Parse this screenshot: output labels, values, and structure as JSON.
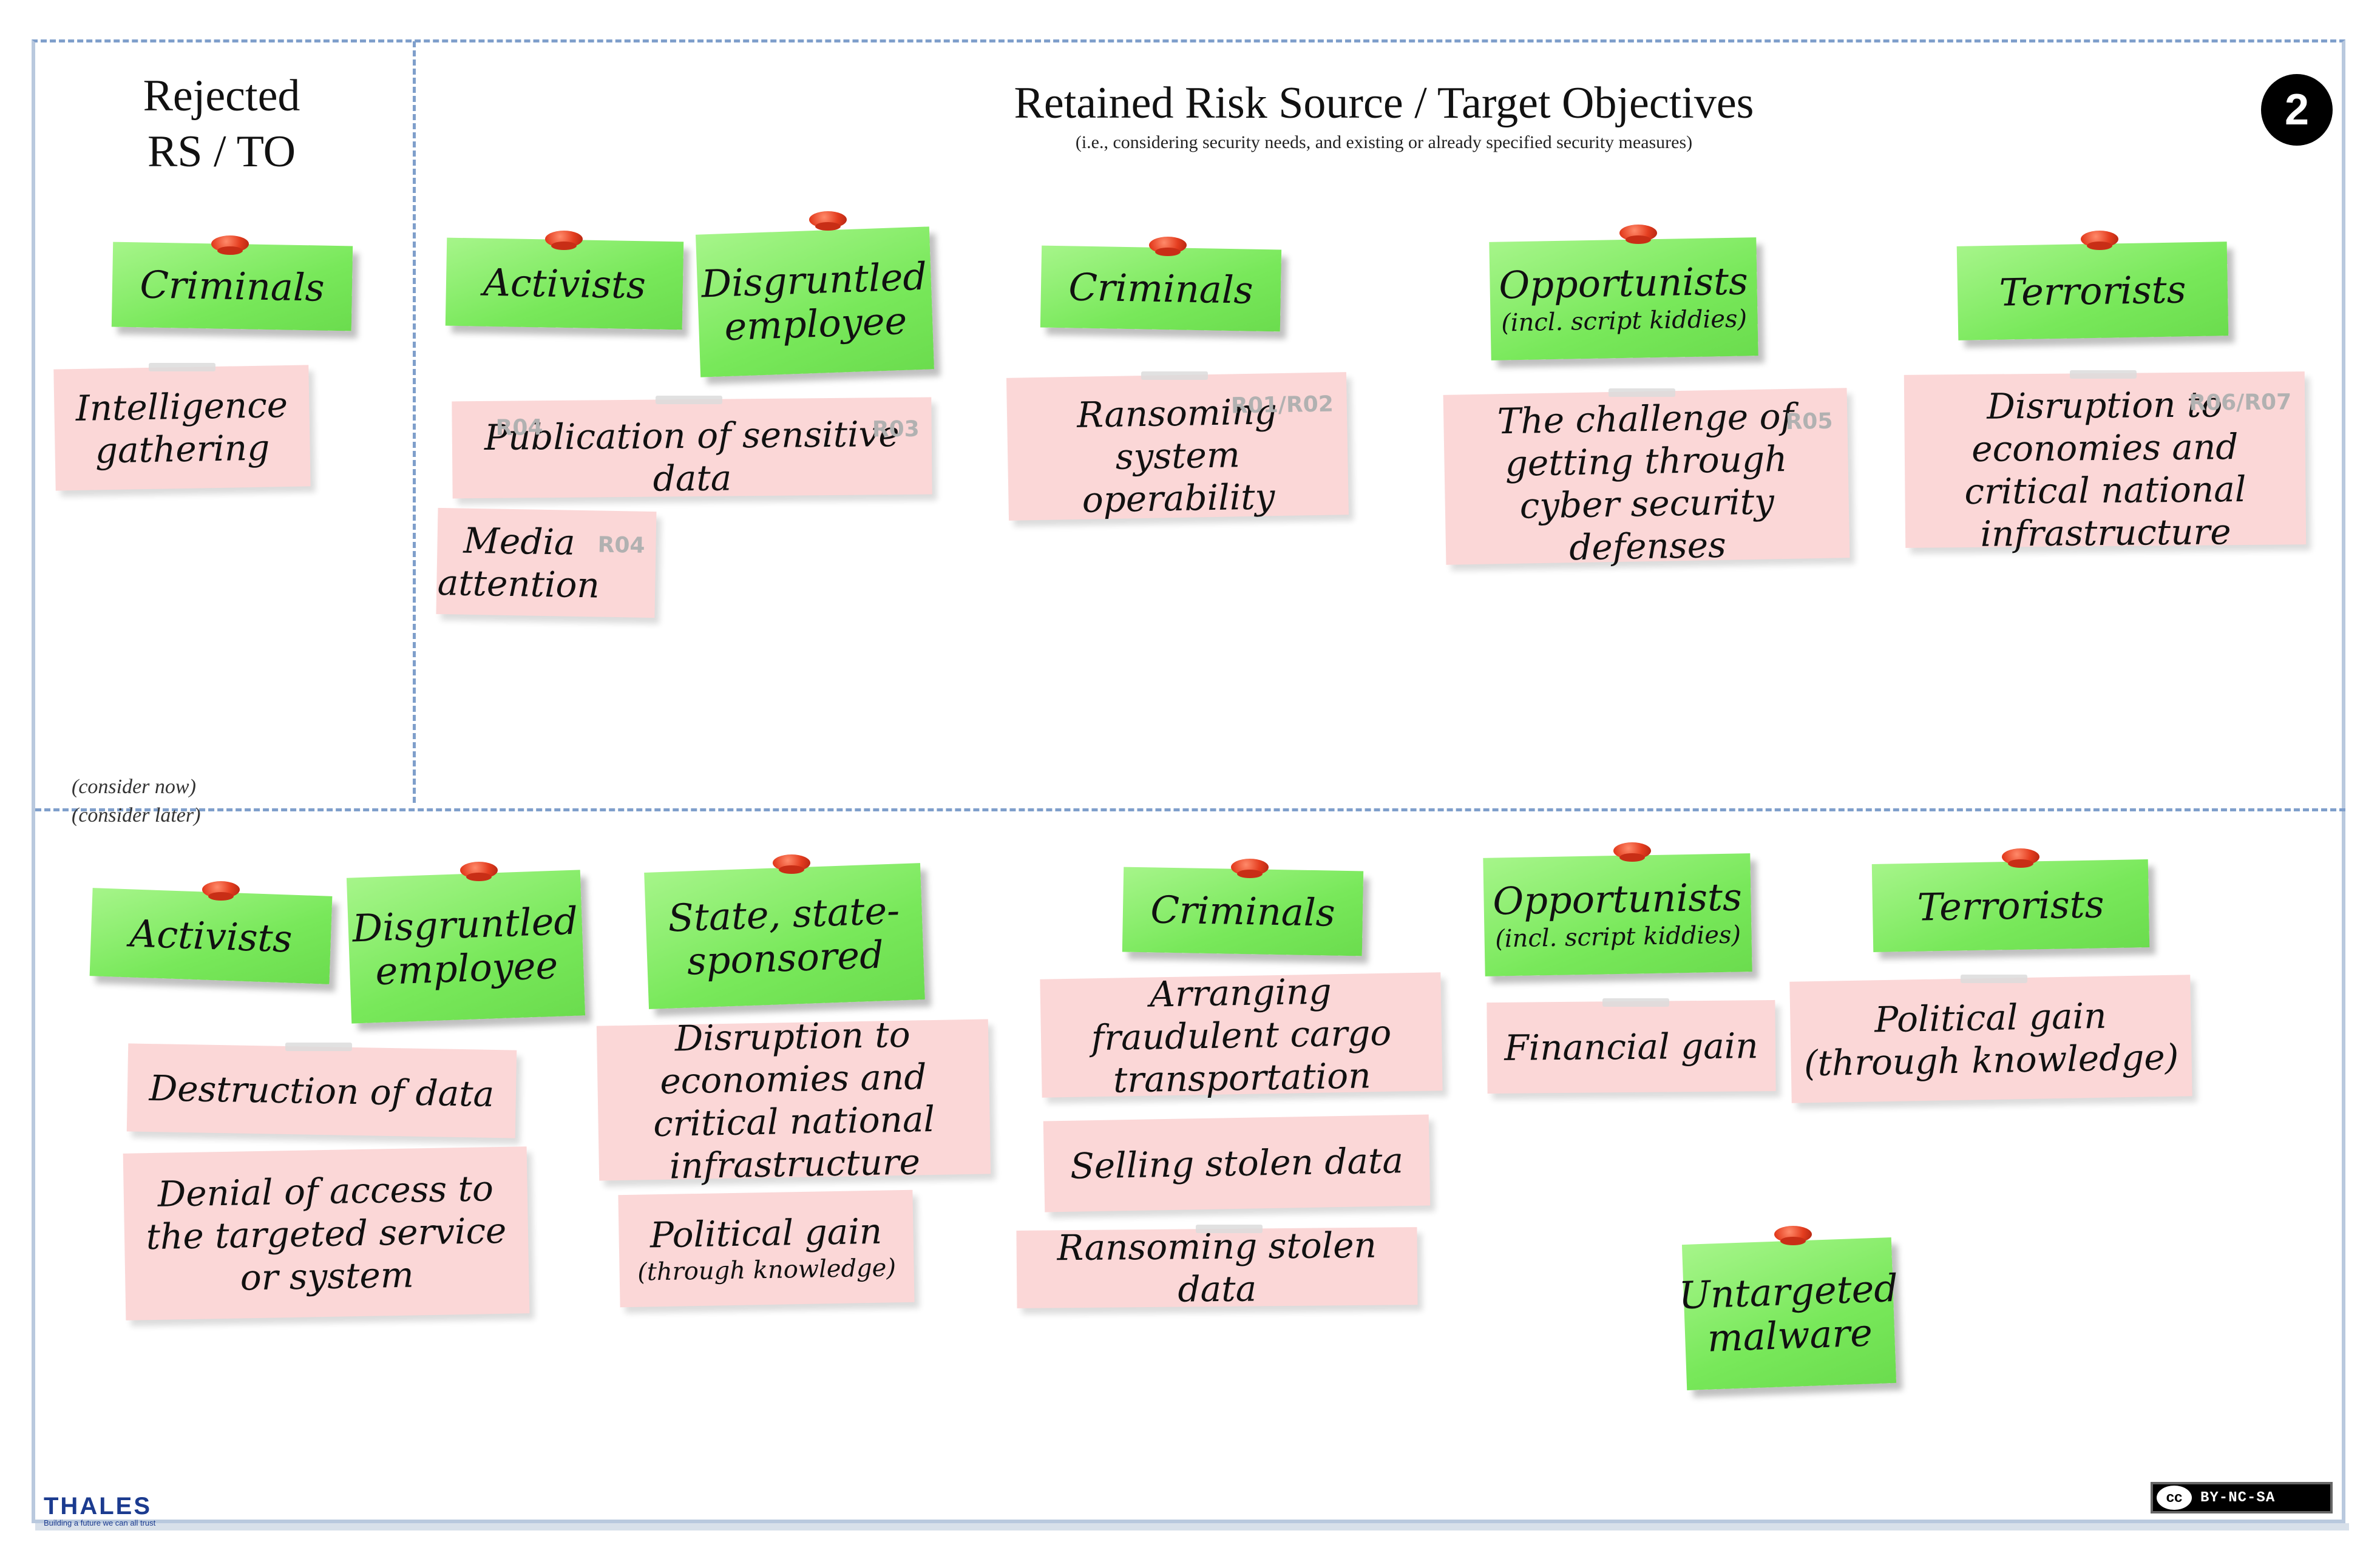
{
  "header": {
    "rejected_title_line1": "Rejected",
    "rejected_title_line2": "RS / TO",
    "retained_title": "Retained Risk Source / Target Objectives",
    "retained_subtitle": "(i.e., considering security needs, and existing or already specified security measures)",
    "step_number": "2"
  },
  "section_labels": {
    "consider_now": "(consider now)",
    "consider_later": "(consider later)"
  },
  "rejected": {
    "risk_sources": [
      {
        "label": "Criminals",
        "objectives": [
          {
            "text": "Intelligence gathering"
          }
        ]
      }
    ]
  },
  "retained_now": {
    "risk_sources": [
      {
        "label": "Activists"
      },
      {
        "label": "Disgruntled employee"
      },
      {
        "label": "Criminals"
      },
      {
        "label": "Opportunists",
        "sublabel": "(incl. script kiddies)"
      },
      {
        "label": "Terrorists"
      }
    ],
    "objectives": [
      {
        "text": "Publication of sensitive data",
        "codes": [
          "R04",
          "R03"
        ]
      },
      {
        "text": "Media attention",
        "codes": [
          "R04"
        ]
      },
      {
        "text": "Ransoming system operability",
        "codes": [
          "R01/R02"
        ]
      },
      {
        "text": "The challenge of getting through cyber security defenses",
        "codes": [
          "R05"
        ]
      },
      {
        "text": "Disruption to economies and critical national infrastructure",
        "codes": [
          "R06/R07"
        ]
      }
    ]
  },
  "retained_later": {
    "risk_sources": [
      {
        "label": "Activists"
      },
      {
        "label": "Disgruntled employee"
      },
      {
        "label": "State, state-sponsored"
      },
      {
        "label": "Criminals"
      },
      {
        "label": "Opportunists",
        "sublabel": "(incl. script kiddies)"
      },
      {
        "label": "Terrorists"
      },
      {
        "label": "Untargeted malware"
      }
    ],
    "objectives": [
      {
        "text": "Destruction of data"
      },
      {
        "text": "Denial of access to the targeted service or system"
      },
      {
        "text": "Disruption to economies and critical national infrastructure"
      },
      {
        "text": "Political gain",
        "subtext": "(through knowledge)"
      },
      {
        "text": "Arranging fraudulent cargo transportation"
      },
      {
        "text": "Selling stolen data"
      },
      {
        "text": "Ransoming stolen data"
      },
      {
        "text": "Financial gain"
      },
      {
        "text": "Political gain (through knowledge)"
      }
    ]
  },
  "footer": {
    "logo_name": "THALES",
    "logo_tagline": "Building a future we can all trust",
    "license_symbol": "cc",
    "license_terms": "BY-NC-SA"
  },
  "colors": {
    "risk_source_note": "#7ee85f",
    "objective_note": "#fbd7d7",
    "pin": "#e43d1f",
    "divider": "#7f9fcb",
    "code_text": "#b1b1b1"
  }
}
